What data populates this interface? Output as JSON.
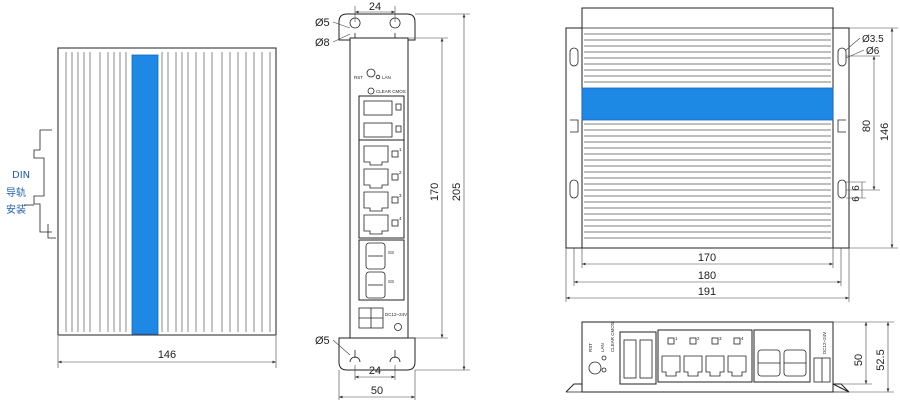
{
  "colors": {
    "accent_blue": "#1e88e5",
    "line": "#222222",
    "note_blue": "#1f5fb0"
  },
  "side_view": {
    "width_dim": "146",
    "din_note": [
      "DIN",
      "导轨",
      "安装"
    ]
  },
  "front_view": {
    "top_dim": "24",
    "hole_dim_1": "Ø5",
    "hole_dim_2": "Ø8",
    "bottom_hole_dim": "Ø5",
    "bottom_dim_inner": "24",
    "bottom_dim_outer": "50",
    "height_dim_inner": "170",
    "height_dim_outer": "205",
    "labels": {
      "rst": "RST",
      "lan": "LAN",
      "clear": "CLEAR CMOS",
      "lan_numbers": [
        "1",
        "2",
        "3",
        "4"
      ],
      "usb": "SS",
      "power": "DC12~24V"
    }
  },
  "top_view": {
    "hole_dim_1": "Ø3.5",
    "hole_dim_2": "Ø6",
    "right_dim_inner": "80",
    "right_dim_outer": "146",
    "small_dim_1": "6",
    "small_dim_2": "6",
    "width_dim_1": "170",
    "width_dim_2": "180",
    "width_dim_3": "191"
  },
  "bottom_view": {
    "height_dim_inner": "50",
    "height_dim_outer": "52.5",
    "lan_numbers": [
      "1",
      "2",
      "3",
      "4"
    ],
    "labels": {
      "rst": "RST",
      "lan": "LAN",
      "clear": "CLEAR CMOS",
      "power": "DC12~24V"
    }
  }
}
